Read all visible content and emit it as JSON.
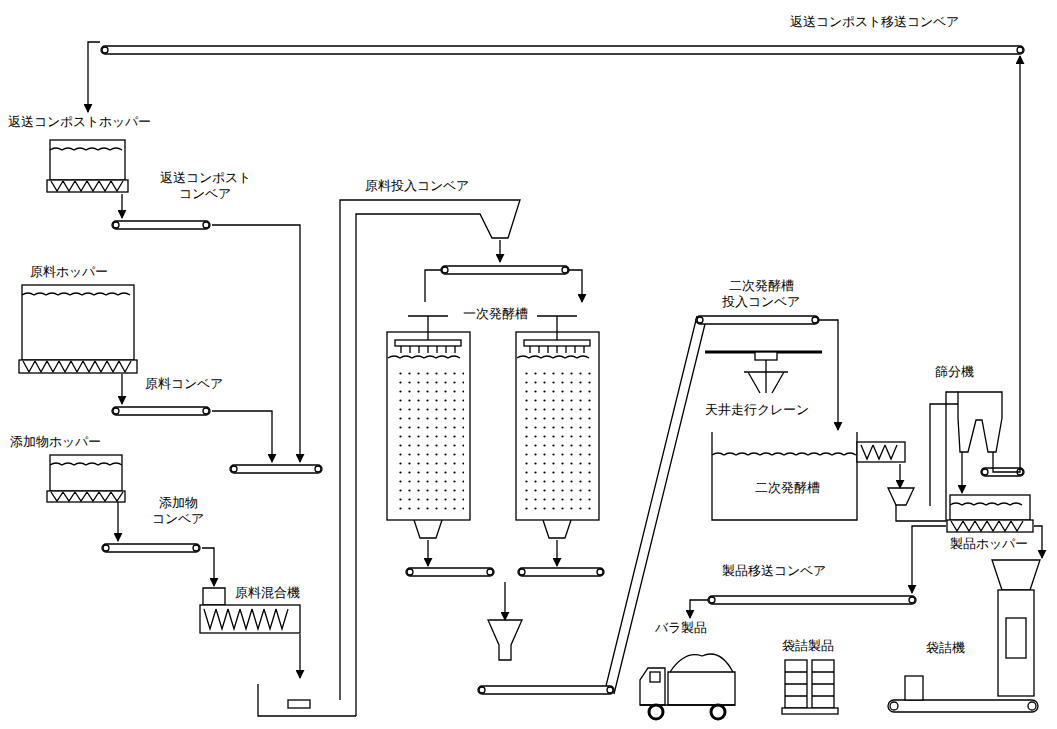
{
  "diagram": {
    "nodes": [
      {
        "text": [
          "返送コンポスト移送コンベア"
        ]
      },
      {
        "text": [
          "返送コンポストホッパー"
        ]
      },
      {
        "text": [
          "返送コンポスト コンベア"
        ]
      },
      {
        "text": [
          "原料ホッパー"
        ]
      },
      {
        "text": [
          "原料コンベア"
        ]
      },
      {
        "text": [
          "添加物ホッパー"
        ]
      },
      {
        "text": [
          "添加物 コンベア"
        ]
      },
      {
        "text": [
          "原料混合機"
        ]
      },
      {
        "text": [
          "原料投入コンベア"
        ]
      },
      {
        "text": [
          "一次発酵槽"
        ]
      },
      {
        "text": [
          "二次発酵槽 投入コンベア"
        ]
      },
      {
        "text": [
          "天井走行クレーン"
        ]
      },
      {
        "text": [
          "二次発酵槽"
        ]
      },
      {
        "text": [
          "篩分機"
        ]
      },
      {
        "text": [
          "製品ホッパー"
        ]
      },
      {
        "text": [
          "製品移送コンベア"
        ]
      },
      {
        "text": [
          "バラ製品"
        ]
      },
      {
        "text": [
          "袋詰製品"
        ]
      },
      {
        "text": [
          "袋詰機"
        ]
      }
    ],
    "edges": [
      {
        "from": 0,
        "to": 1,
        "arrow": "to"
      },
      {
        "from": 1,
        "to": 2,
        "arrow": "to"
      },
      {
        "from": 2,
        "to": 7,
        "arrow": "to"
      },
      {
        "from": 3,
        "to": 4,
        "arrow": "to"
      },
      {
        "from": 4,
        "to": 7,
        "arrow": "to"
      },
      {
        "from": 5,
        "to": 6,
        "arrow": "to"
      },
      {
        "from": 6,
        "to": 7,
        "arrow": "to"
      },
      {
        "from": 7,
        "to": 8,
        "arrow": "to"
      },
      {
        "from": 8,
        "to": 9,
        "arrow": "to"
      },
      {
        "from": 9,
        "to": 10,
        "arrow": "to"
      },
      {
        "from": 10,
        "to": 12,
        "arrow": "to"
      },
      {
        "from": 12,
        "to": 13,
        "arrow": "to"
      },
      {
        "from": 13,
        "to": 0,
        "arrow": "to"
      },
      {
        "from": 13,
        "to": 14,
        "arrow": "to"
      },
      {
        "from": 14,
        "to": 15,
        "arrow": "to"
      },
      {
        "from": 14,
        "to": 18,
        "arrow": "to"
      },
      {
        "from": 15,
        "to": 16,
        "arrow": "to"
      }
    ]
  }
}
